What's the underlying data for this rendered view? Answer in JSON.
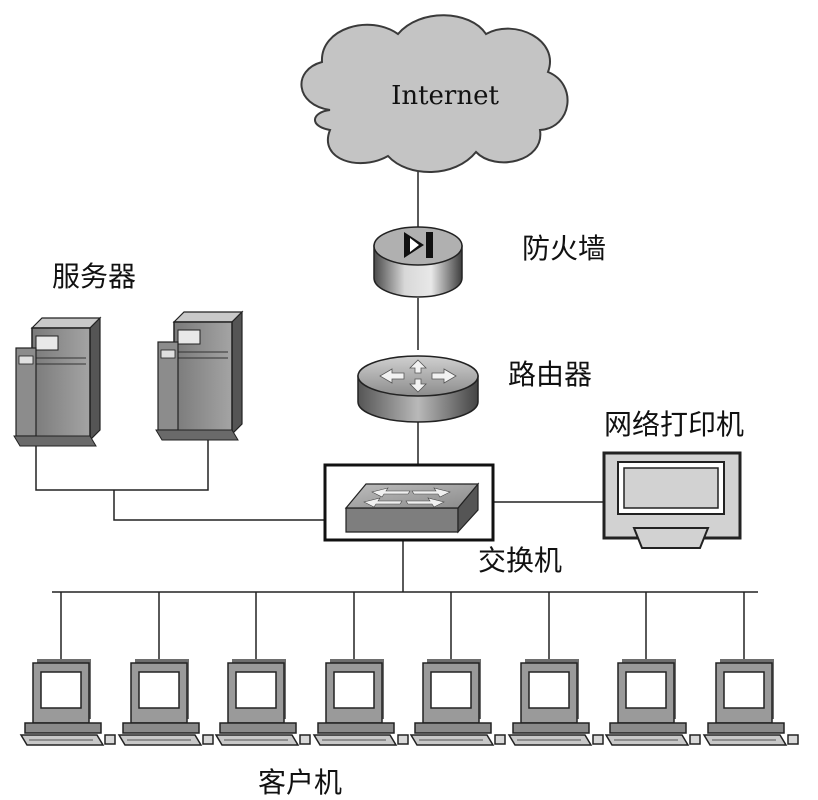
{
  "labels": {
    "internet": "Internet",
    "firewall": "防火墙",
    "router": "路由器",
    "servers": "服务器",
    "printer": "网络打印机",
    "switch": "交换机",
    "clients": "客户机"
  },
  "clients": {
    "count": 8
  },
  "icons": {
    "internet": "cloud-icon",
    "firewall": "firewall-icon",
    "router": "router-icon",
    "switch": "switch-icon",
    "printer": "network-printer-icon",
    "server": "server-tower-icon",
    "client": "desktop-computer-icon"
  },
  "colors": {
    "cloud": "#c4c4c4",
    "device": "#9a9a9a",
    "device_dark": "#5a5a5a",
    "line": "#222222",
    "screen": "#ffffff"
  }
}
